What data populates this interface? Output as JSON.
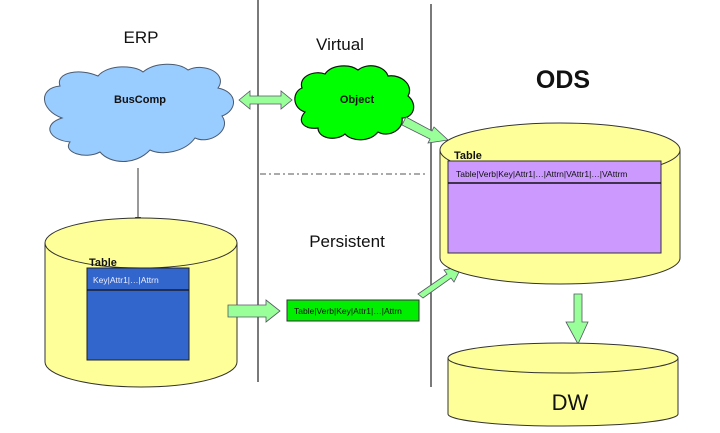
{
  "sections": {
    "erp": "ERP",
    "virtual": "Virtual",
    "persistent": "Persistent",
    "ods": "ODS"
  },
  "clouds": {
    "buscomp": {
      "label": "BusComp",
      "color": "#99ccff"
    },
    "object": {
      "label": "Object",
      "color": "#00ff00"
    }
  },
  "erp_table": {
    "title": "Table",
    "header": "Key|Attr1|…|Attrn",
    "color": "#3366cc"
  },
  "persistent_record": {
    "label": "Table|Verb|Key|Attr1|…|Attrn",
    "color": "#00ee00"
  },
  "ods_table": {
    "title": "Table",
    "header": "Table|Verb|Key|Attr1|…|Attrn|VAttr1|…|VAttrm",
    "color": "#cc99ff"
  },
  "dw": {
    "label": "DW"
  },
  "colors": {
    "cylinder": "#ffff99",
    "arrow": "#99ff99"
  }
}
